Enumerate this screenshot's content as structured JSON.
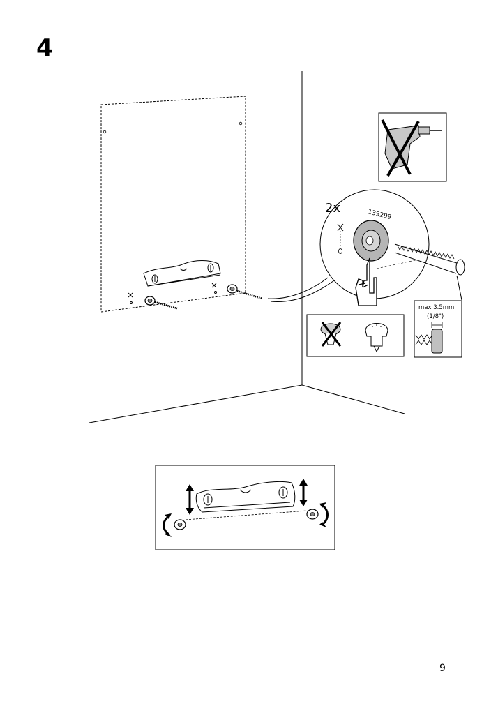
{
  "step": {
    "number": "4"
  },
  "detail": {
    "quantity": "2x",
    "part_number": "139299"
  },
  "screw_spec": {
    "max_label": "max 3.5mm",
    "max_label_inch": "(1/8\")"
  },
  "page": {
    "number": "9"
  },
  "icons": [
    "drill-prohibited-icon",
    "finger-tighten-hand-icon",
    "phillips-screwdriver-prohibited-icon",
    "hand-knob-icon",
    "spirit-level-icon",
    "rotate-arrow-icon",
    "vertical-adjust-arrow-icon"
  ],
  "colors": {
    "line": "#000000",
    "fill_gray": "#bdbdbd",
    "background": "#ffffff"
  }
}
